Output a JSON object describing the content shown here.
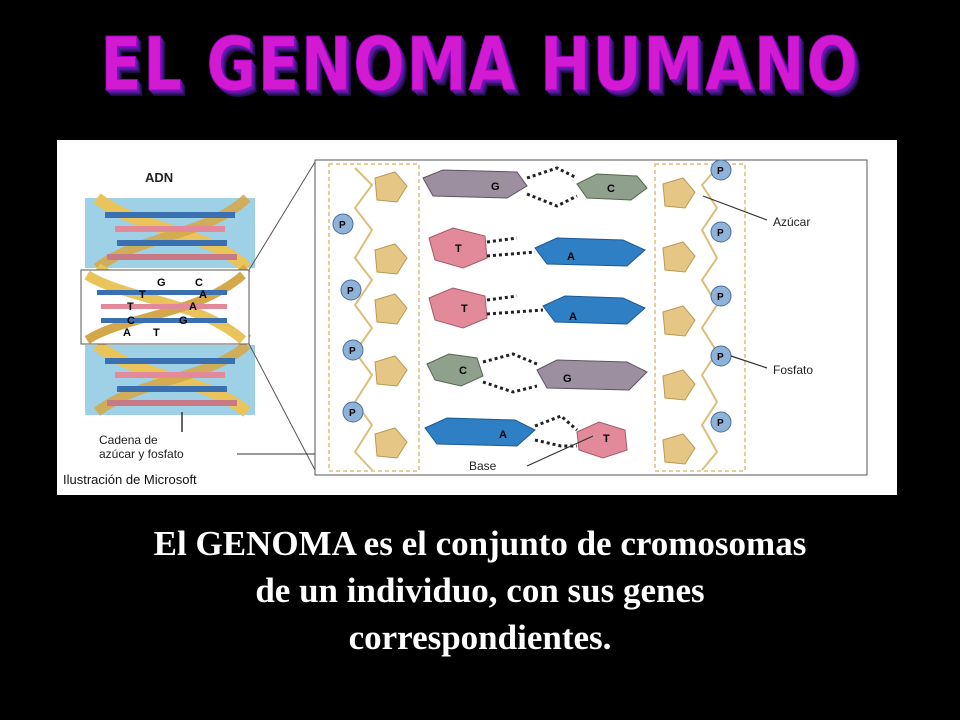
{
  "title": "EL GENOMA HUMANO",
  "figure": {
    "adn_label": "ADN",
    "helix_bases": [
      "G",
      "C",
      "T",
      "A",
      "T",
      "A",
      "C",
      "G",
      "A",
      "T"
    ],
    "label_azucar": "Azúcar",
    "label_fosfato": "Fosfato",
    "label_base": "Base",
    "label_chain_line1": "Cadena de",
    "label_chain_line2": "azúcar y fosfato",
    "credit": "Ilustración de Microsoft",
    "phosphate_symbol": "P",
    "pairs": [
      {
        "left": "G",
        "right": "C"
      },
      {
        "left": "T",
        "right": "A"
      },
      {
        "left": "T",
        "right": "A"
      },
      {
        "left": "C",
        "right": "G"
      },
      {
        "left": "A",
        "right": "T"
      }
    ],
    "colors": {
      "G": "#9c8fa0",
      "C": "#8fa08c",
      "T": "#e38a9a",
      "A": "#2f7fc4",
      "sugar": "#e6c684",
      "phosphate": "#8fb2d8"
    }
  },
  "caption": {
    "line1": "El GENOMA es el conjunto de cromosomas",
    "line2": "de un individuo, con sus genes",
    "line3": "correspondientes."
  }
}
